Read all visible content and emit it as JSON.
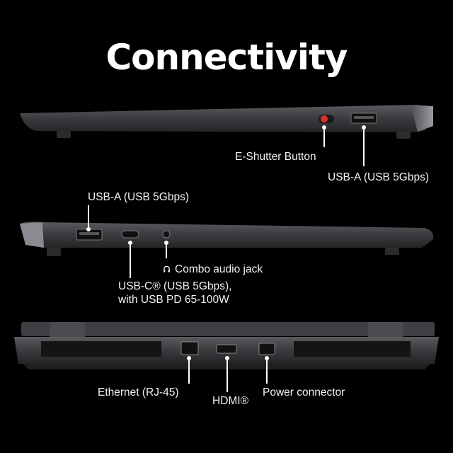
{
  "title": "Connectivity",
  "labels": {
    "e_shutter": "E-Shutter Button",
    "usb_a_right": "USB-A (USB 5Gbps)",
    "usb_a_left": "USB-A (USB 5Gbps)",
    "combo_audio": "Combo audio jack",
    "usb_c_line1": "USB-C® (USB 5Gbps),",
    "usb_c_line2": "with USB PD 65-100W",
    "ethernet": "Ethernet (RJ-45)",
    "hdmi": "HDMI®",
    "power": "Power connector"
  },
  "icons": {
    "headphone": "headphone-icon"
  },
  "colors": {
    "background": "#000000",
    "laptop_body": "#3a3b3e",
    "shutter_red": "#e0302a"
  }
}
